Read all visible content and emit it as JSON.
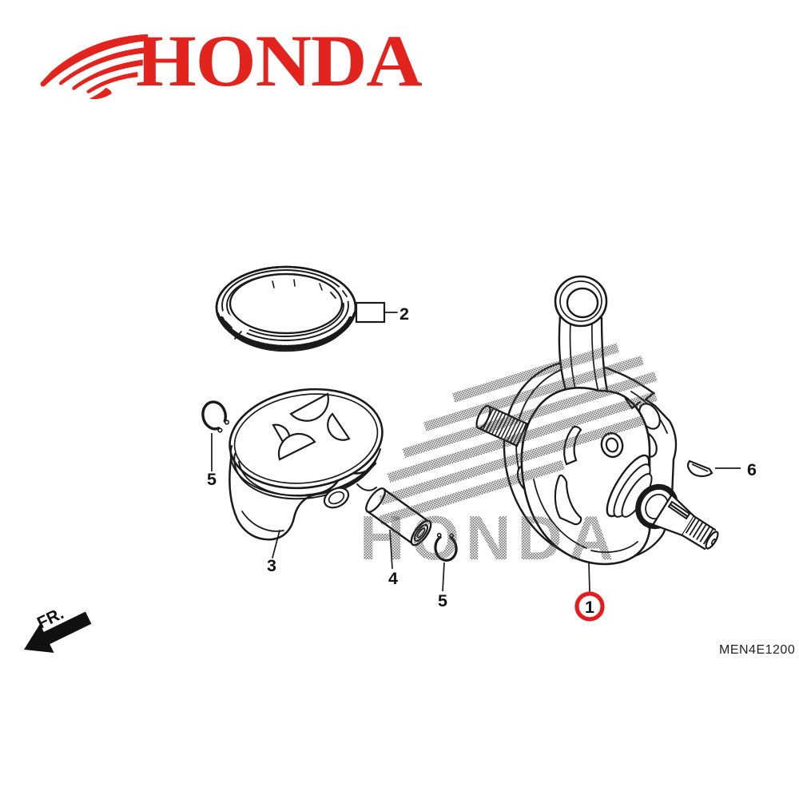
{
  "logo": {
    "brand": "HONDA"
  },
  "watermark": {
    "text": "HONDA"
  },
  "callouts": {
    "crankshaft": "1",
    "ring_set": "2",
    "piston": "3",
    "piston_pin": "4",
    "circlip_upper": "5",
    "circlip_lower": "5",
    "key": "6"
  },
  "footer": {
    "direction": "FR.",
    "diagram_code": "MEN4E1200"
  },
  "colors": {
    "brand_red": "#e2231e",
    "highlight_red": "#e61c1c",
    "line": "#1a1a1a"
  }
}
